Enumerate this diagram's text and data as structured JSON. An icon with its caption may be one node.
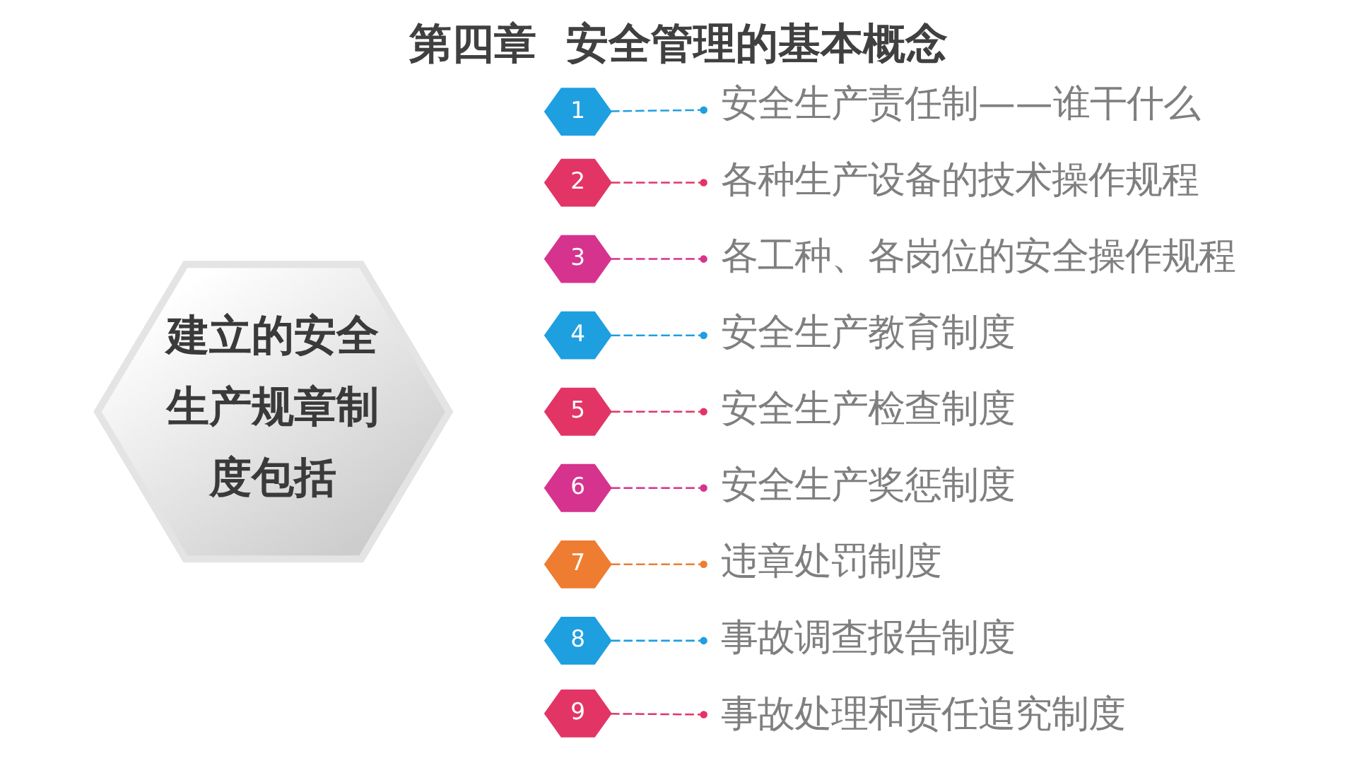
{
  "diagram": {
    "title": "第四章  安全管理的基本概念",
    "nodes": [
      {
        "text": [
          "建立的安全生产规章制度包括"
        ]
      },
      {
        "text": [
          "1"
        ]
      },
      {
        "text": [
          "安全生产责任制——谁干什么"
        ]
      },
      {
        "text": [
          "2"
        ]
      },
      {
        "text": [
          "各种生产设备的技术操作规程"
        ]
      },
      {
        "text": [
          "3"
        ]
      },
      {
        "text": [
          "各工种、各岗位的安全操作规程"
        ]
      },
      {
        "text": [
          "4"
        ]
      },
      {
        "text": [
          "安全生产教育制度"
        ]
      },
      {
        "text": [
          "5"
        ]
      },
      {
        "text": [
          "安全生产检查制度"
        ]
      },
      {
        "text": [
          "6"
        ]
      },
      {
        "text": [
          "安全生产奖惩制度"
        ]
      },
      {
        "text": [
          "7"
        ]
      },
      {
        "text": [
          "违章处罚制度"
        ]
      },
      {
        "text": [
          "8"
        ]
      },
      {
        "text": [
          "事故调查报告制度"
        ]
      },
      {
        "text": [
          "9"
        ]
      },
      {
        "text": [
          "事故处理和责任追究制度"
        ]
      }
    ],
    "edges": [
      {
        "from": 1,
        "to": 2,
        "arrow": "other",
        "style": "dashed",
        "color": "#1e9fe0"
      },
      {
        "from": 3,
        "to": 4,
        "arrow": "other",
        "style": "dashed",
        "color": "#e23566"
      },
      {
        "from": 5,
        "to": 6,
        "arrow": "other",
        "style": "dashed",
        "color": "#d6338e"
      },
      {
        "from": 7,
        "to": 8,
        "arrow": "other",
        "style": "dashed",
        "color": "#1e9fe0"
      },
      {
        "from": 9,
        "to": 10,
        "arrow": "other",
        "style": "dashed",
        "color": "#e23566"
      },
      {
        "from": 11,
        "to": 12,
        "arrow": "other",
        "style": "dashed",
        "color": "#d6338e"
      },
      {
        "from": 13,
        "to": 14,
        "arrow": "other",
        "style": "dashed",
        "color": "#ee7d31"
      },
      {
        "from": 15,
        "to": 16,
        "arrow": "other",
        "style": "dashed",
        "color": "#1e9fe0"
      },
      {
        "from": 17,
        "to": 18,
        "arrow": "other",
        "style": "dashed",
        "color": "#e23566"
      }
    ]
  }
}
